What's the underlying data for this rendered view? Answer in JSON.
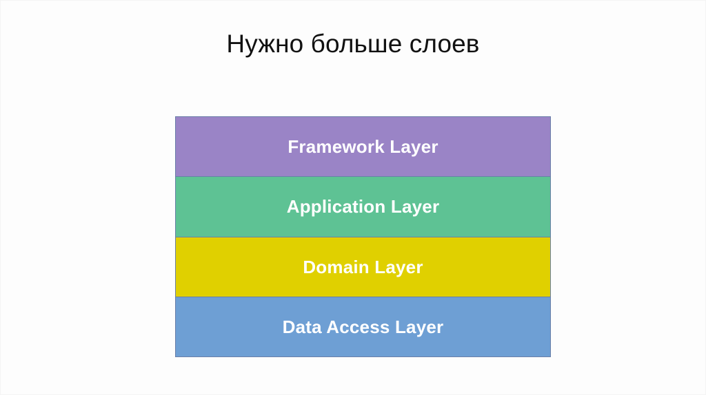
{
  "slide": {
    "title": "Нужно больше слоев",
    "background_color": "#fdfdfd",
    "title_color": "#111111"
  },
  "diagram": {
    "name": "layered-architecture-stack",
    "orientation": "vertical-stack-top-to-bottom",
    "border_color": "#6a7fa8",
    "label_color": "#ffffff",
    "layers": [
      {
        "label": "Framework Layer",
        "color": "#9a84c6"
      },
      {
        "label": "Application Layer",
        "color": "#5ec294"
      },
      {
        "label": "Domain Layer",
        "color": "#e0d000"
      },
      {
        "label": "Data Access Layer",
        "color": "#6e9fd4"
      }
    ]
  }
}
